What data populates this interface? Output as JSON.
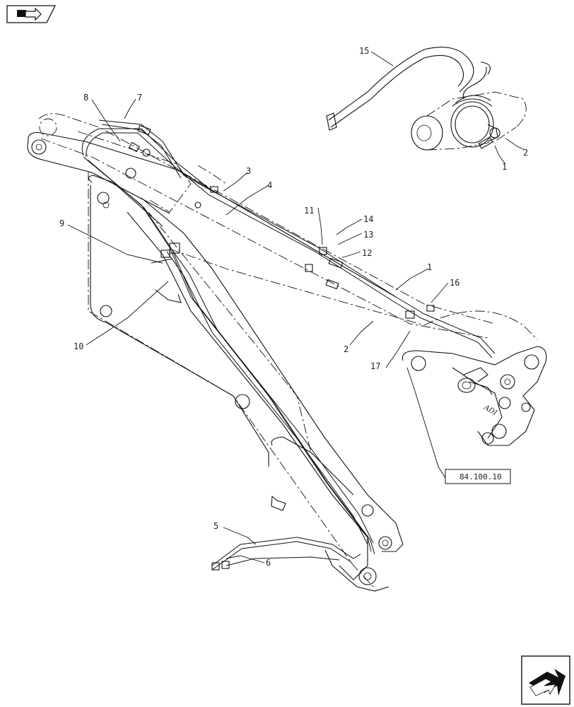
{
  "callouts": [
    "1",
    "1",
    "2",
    "2",
    "3",
    "4",
    "5",
    "6",
    "7",
    "8",
    "9",
    "10",
    "11",
    "12",
    "13",
    "14",
    "15",
    "16",
    "17"
  ],
  "reference_box": "84.100.10",
  "stamp_text": "ADI",
  "icons": {
    "top_left": "book-arrow-icon",
    "bottom_right": "next-page-arrow-icon"
  }
}
